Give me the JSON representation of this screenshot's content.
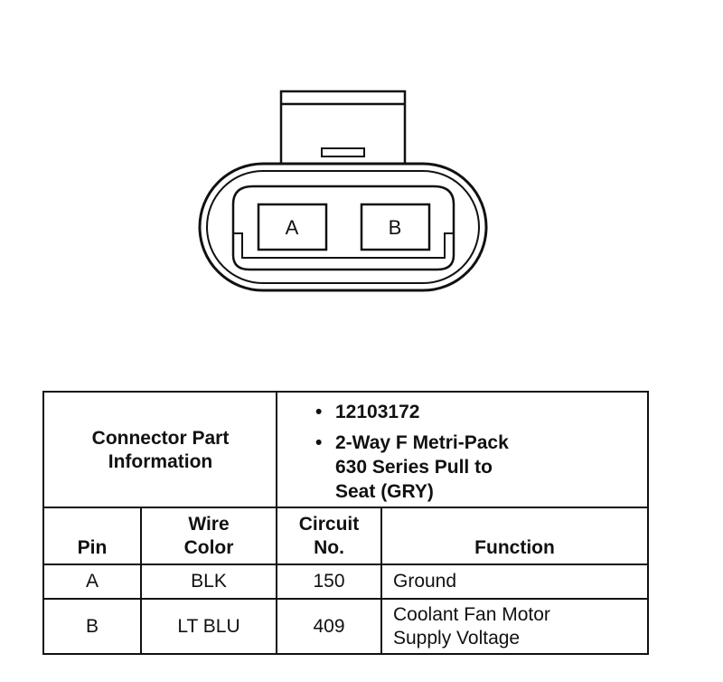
{
  "connector": {
    "pins": [
      {
        "letter": "A"
      },
      {
        "letter": "B"
      }
    ]
  },
  "table": {
    "part_info_label": [
      "Connector Part",
      "Information"
    ],
    "part_details": [
      {
        "lines": [
          "12103172"
        ]
      },
      {
        "lines": [
          "2-Way F Metri-Pack",
          "630 Series Pull to",
          "Seat (GRY)"
        ]
      }
    ],
    "headers": {
      "pin": [
        "Pin"
      ],
      "wire_color": [
        "Wire",
        "Color"
      ],
      "circuit_no": [
        "Circuit",
        "No."
      ],
      "function": [
        "Function"
      ]
    },
    "rows": [
      {
        "pin": "A",
        "wire_color": "BLK",
        "circuit": "150",
        "function": [
          "Ground"
        ]
      },
      {
        "pin": "B",
        "wire_color": "LT BLU",
        "circuit": "409",
        "function": [
          "Coolant Fan Motor",
          "Supply Voltage"
        ]
      }
    ]
  }
}
